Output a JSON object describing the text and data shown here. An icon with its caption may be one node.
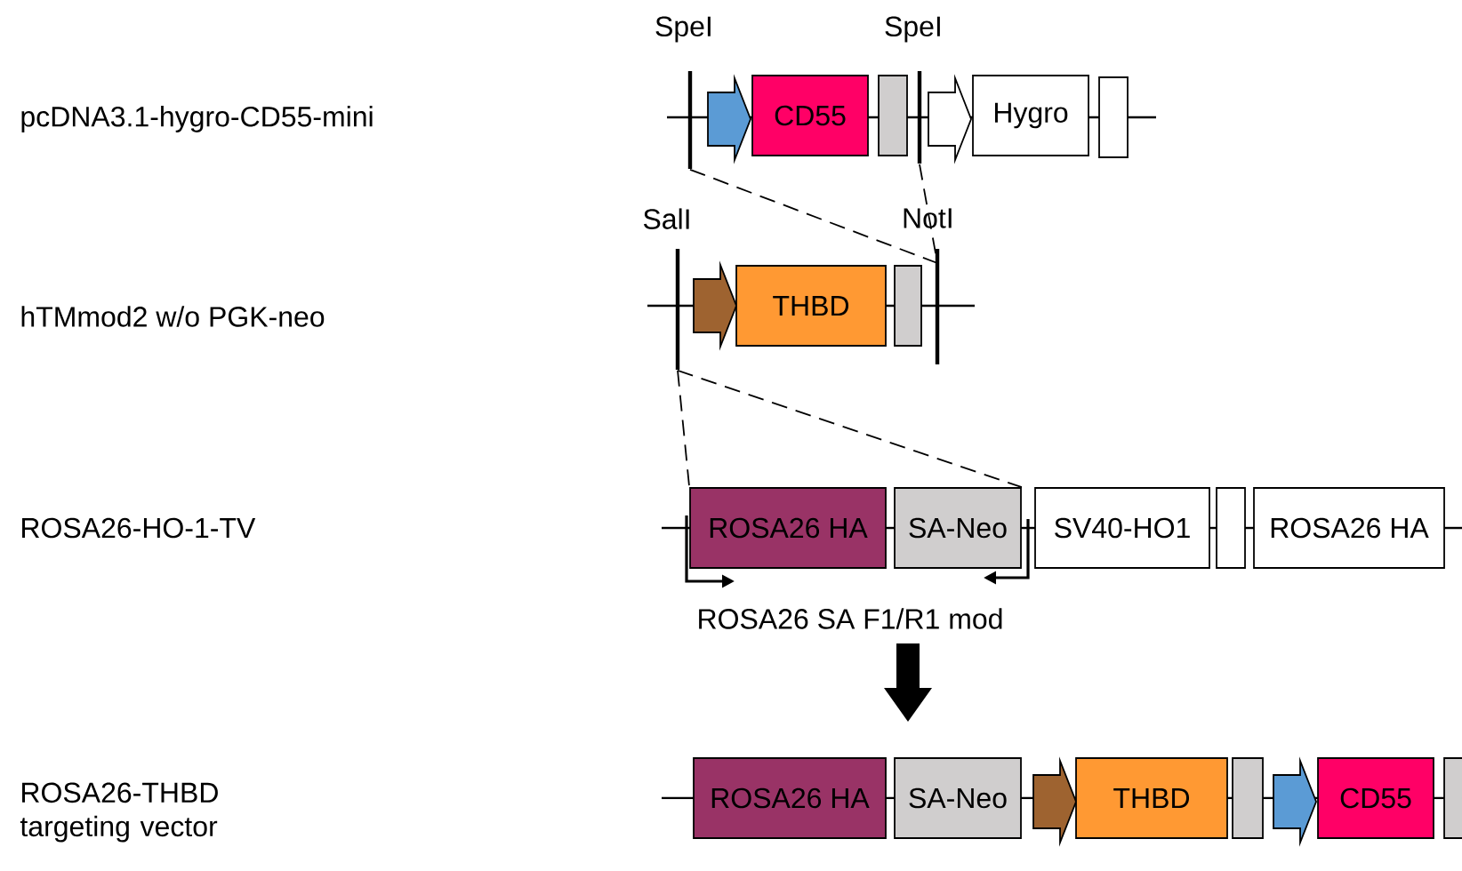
{
  "diagram": {
    "nodes": [
      {
        "text": [
          "SpeI"
        ]
      },
      {
        "text": [],
        "shape": "arrow"
      },
      {
        "text": [
          "CD55"
        ]
      },
      {
        "text": [],
        "shape": "box"
      },
      {
        "text": [
          "SpeI"
        ]
      },
      {
        "text": [],
        "shape": "arrow"
      },
      {
        "text": [
          "Hygro"
        ]
      },
      {
        "text": [],
        "shape": "box"
      },
      {
        "text": [
          "SalI"
        ]
      },
      {
        "text": [],
        "shape": "arrow"
      },
      {
        "text": [
          "THBD"
        ]
      },
      {
        "text": [],
        "shape": "box"
      },
      {
        "text": [
          "NotI"
        ]
      },
      {
        "text": [
          "ROSA26 HA"
        ]
      },
      {
        "text": [
          "SA-Neo"
        ]
      },
      {
        "text": [
          "SV40-HO1"
        ]
      },
      {
        "text": [],
        "shape": "box"
      },
      {
        "text": [
          "ROSA26 HA"
        ]
      },
      {
        "text": [
          "ROSA26 HA"
        ]
      },
      {
        "text": [
          "SA-Neo"
        ]
      },
      {
        "text": [],
        "shape": "arrow"
      },
      {
        "text": [
          "THBD"
        ]
      },
      {
        "text": [],
        "shape": "box"
      },
      {
        "text": [],
        "shape": "arrow"
      },
      {
        "text": [
          "CD55"
        ]
      },
      {
        "text": [],
        "shape": "box"
      }
    ],
    "edges": [
      {
        "from": 0,
        "to": 12,
        "arrow": "none",
        "style": "dashed"
      },
      {
        "from": 4,
        "to": 12,
        "arrow": "none",
        "style": "dashed"
      },
      {
        "from": 8,
        "to": 13,
        "arrow": "none",
        "style": "dashed"
      },
      {
        "from": 8,
        "to": 14,
        "arrow": "none",
        "style": "dashed"
      }
    ],
    "labels": [
      "pcDNA3.1-hygro-CD55-mini",
      "hTMmod2 w/o PGK-neo",
      "ROSA26-HO-1-TV",
      "ROSA26 SA F1/R1 mod",
      "ROSA26-THBD targeting vector"
    ]
  }
}
